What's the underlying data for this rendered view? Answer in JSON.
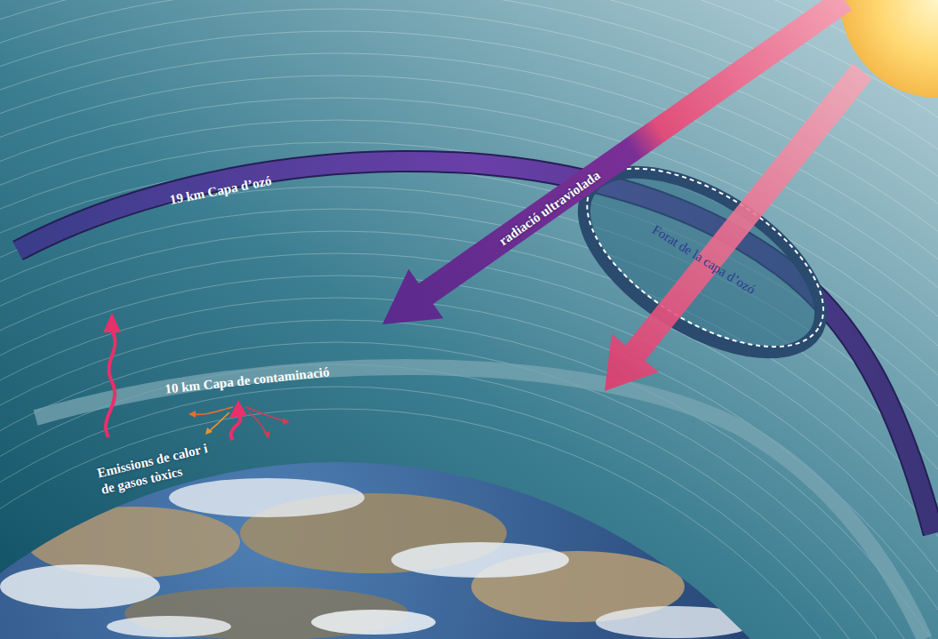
{
  "diagram": {
    "nodes": [
      {
        "text": [
          "19 km Capa d’ozó"
        ]
      },
      {
        "text": [
          "Forat de la capa d’ozó"
        ]
      },
      {
        "text": [
          "10 km Capa de contaminació"
        ]
      }
    ],
    "labels": [
      "radiació ultraviolada",
      "Emissions de calor i de gasos tòxics"
    ]
  }
}
